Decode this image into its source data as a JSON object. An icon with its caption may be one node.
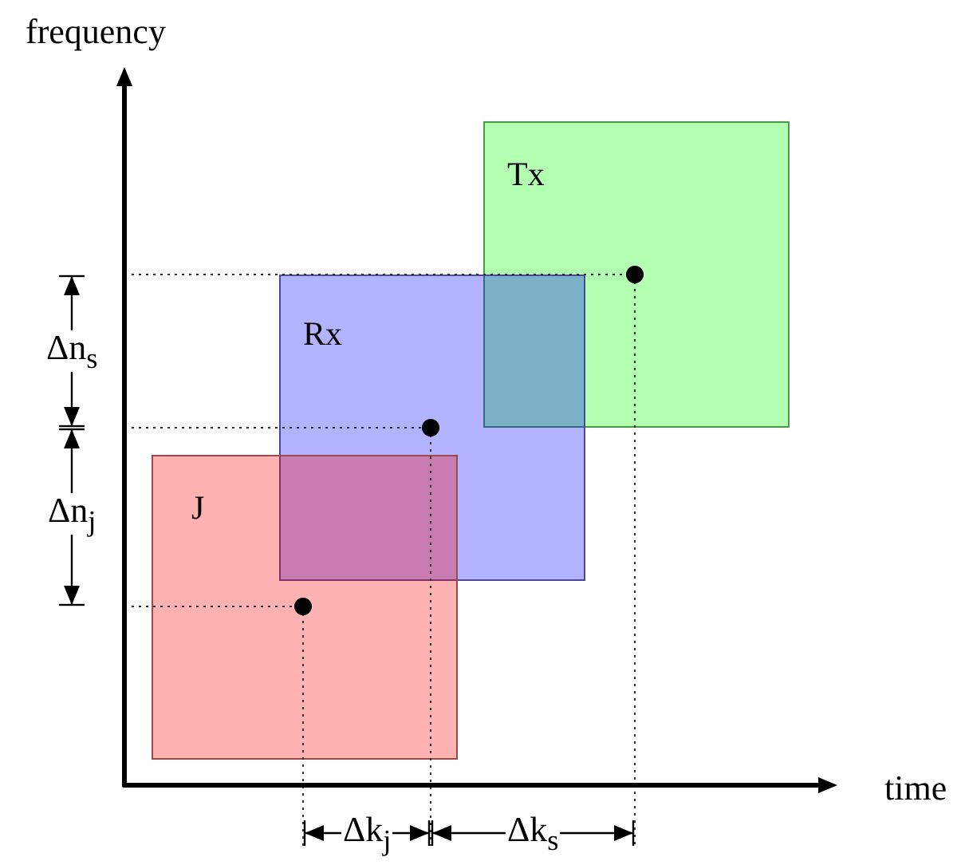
{
  "diagram": {
    "nodes": [
      {
        "text": [
          "Tx"
        ]
      },
      {
        "text": [
          "Rx"
        ]
      },
      {
        "text": [
          "J"
        ]
      }
    ],
    "labels": [
      "frequency",
      "time",
      "Δn$_{s}$",
      "Δn$_{j}$",
      "Δk$_{j}$",
      "Δk$_{s}$"
    ]
  }
}
